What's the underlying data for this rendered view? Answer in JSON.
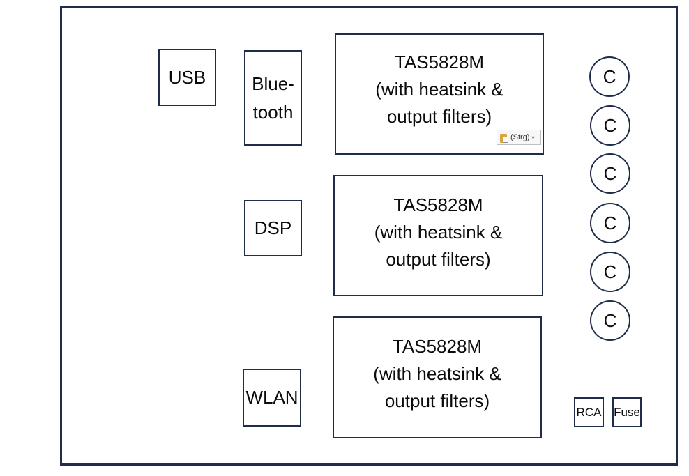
{
  "blocks": {
    "usb": "USB",
    "bluetooth_line1": "Blue-",
    "bluetooth_line2": "tooth",
    "dsp": "DSP",
    "wlan": "WLAN",
    "rca": "RCA",
    "fuse": "Fuse"
  },
  "amplifiers": [
    {
      "line1": "TAS5828M",
      "line2": "(with heatsink &",
      "line3": "output filters)"
    },
    {
      "line1": "TAS5828M",
      "line2": "(with heatsink &",
      "line3": "output filters)"
    },
    {
      "line1": "TAS5828M",
      "line2": "(with heatsink &",
      "line3": "output filters)"
    }
  ],
  "capacitors": [
    "C",
    "C",
    "C",
    "C",
    "C",
    "C"
  ],
  "paste_options": {
    "label": "(Strg)",
    "icon": "clipboard-paste-icon",
    "caret_icon": "dropdown-caret-icon"
  },
  "colors": {
    "outline": "#1f2d4a",
    "background": "#ffffff"
  }
}
